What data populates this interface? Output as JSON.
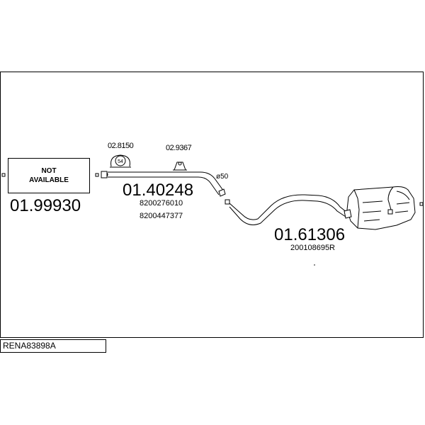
{
  "part_codes": {
    "front_section": "01.99930",
    "middle_pipe": "01.40248",
    "rear_silencer": "01.61306",
    "clamp": "02.8150",
    "rubber_mount": "02.9367"
  },
  "oem_numbers": {
    "middle_pipe_1": "8200276010",
    "middle_pipe_2": "8200447377",
    "rear_silencer": "200108695R"
  },
  "not_available_text": "NOT\nAVAILABLE",
  "clamp_size": "54",
  "pipe_diameter": "ø50",
  "diagram_reference": "RENA83898A"
}
